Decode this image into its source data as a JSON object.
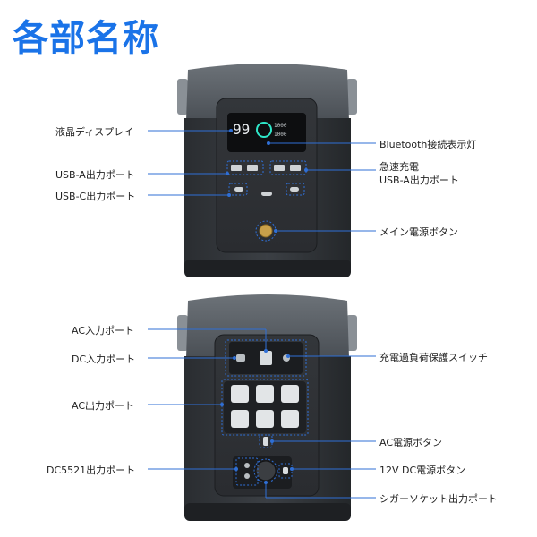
{
  "title": "各部名称",
  "display": {
    "digits": "99",
    "small_lines": [
      "1000",
      "1000"
    ]
  },
  "front_labels": {
    "lcd": "液晶ディスプレイ",
    "usba": "USB-A出力ポート",
    "usbc": "USB-C出力ポート",
    "bluetooth": "Bluetooth接続表示灯",
    "fast_usba_line1": "急速充電",
    "fast_usba_line2": "USB-A出力ポート",
    "main_power": "メイン電源ボタン"
  },
  "back_labels": {
    "ac_in": "AC入力ポート",
    "dc_in": "DC入力ポート",
    "ac_out": "AC出力ポート",
    "dc5521": "DC5521出力ポート",
    "overload": "充電過負荷保護スイッチ",
    "ac_power": "AC電源ボタン",
    "dc12_power": "12V DC電源ボタン",
    "cigar": "シガーソケット出力ポート"
  },
  "colors": {
    "accent": "#2f6fd6",
    "title": "#1a73e8"
  }
}
